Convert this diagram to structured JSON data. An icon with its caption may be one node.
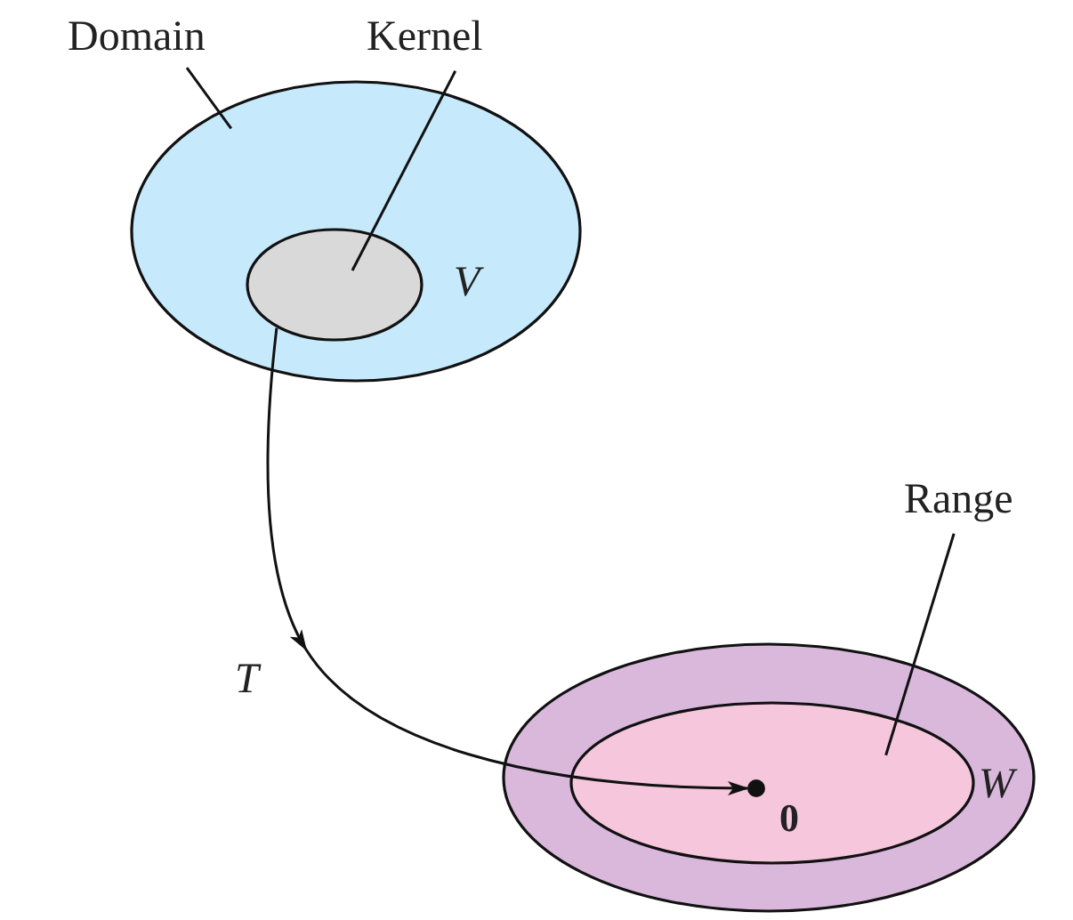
{
  "diagram": {
    "nodes": [
      {
        "text": [
          "Domain"
        ]
      },
      {
        "text": [
          "Kernel"
        ]
      },
      {
        "text": [
          "V"
        ]
      },
      {
        "text": [],
        "shape": "ellipse",
        "in": 2
      },
      {
        "text": [
          "Range"
        ]
      },
      {
        "text": [
          "W"
        ]
      },
      {
        "text": [],
        "shape": "ellipse",
        "in": 5
      },
      {
        "text": [],
        "shape": "circle",
        "beside": [
          "0"
        ],
        "in": 6
      }
    ],
    "edges": [
      {
        "from": 0,
        "to": 2,
        "arrow": "none"
      },
      {
        "from": 1,
        "to": 3,
        "arrow": "none"
      },
      {
        "from": 4,
        "to": 6,
        "arrow": "none"
      },
      {
        "from": 3,
        "to": 7,
        "arrow": "to",
        "label": "T"
      }
    ]
  }
}
